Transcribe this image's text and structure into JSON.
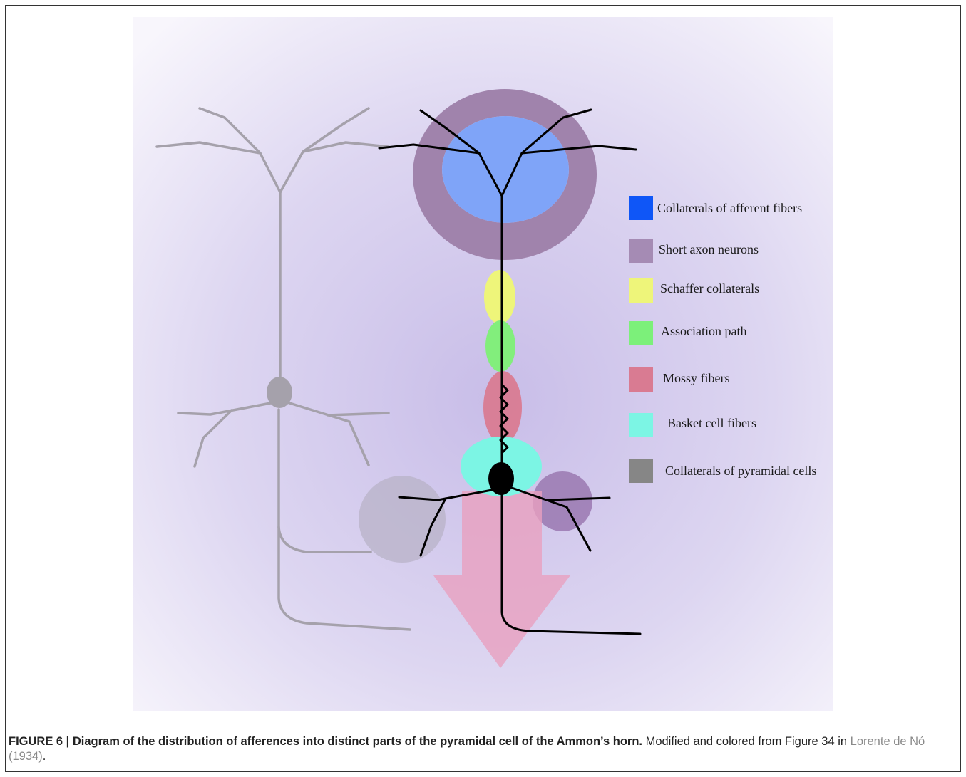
{
  "figure": {
    "label": "FIGURE 6 | Diagram of the distribution of afferences into distinct parts of the pyramidal cell of the Ammon’s horn.",
    "description_prefix": " Modified and colored from Figure 34 in ",
    "reference": "Lorente de Nó (1934)",
    "description_suffix": "."
  },
  "legend": [
    {
      "label": "Collaterals of afferent fibers",
      "color": "#0f56f7"
    },
    {
      "label": "Short axon neurons",
      "color": "#a58bb4"
    },
    {
      "label": "Schaffer collaterals",
      "color": "#eef57a"
    },
    {
      "label": "Association path",
      "color": "#7cf07a"
    },
    {
      "label": "Mossy fibers",
      "color": "#d97b92"
    },
    {
      "label": "Basket cell fibers",
      "color": "#7cf5e4"
    },
    {
      "label": "Collaterals of pyramidal cells",
      "color": "#868686"
    }
  ],
  "colors": {
    "background_gradient_center": "#c9bfe6",
    "grey_neuron": "#a5a1ab",
    "black_neuron": "#000000",
    "arrow": "#e8a0bf"
  }
}
